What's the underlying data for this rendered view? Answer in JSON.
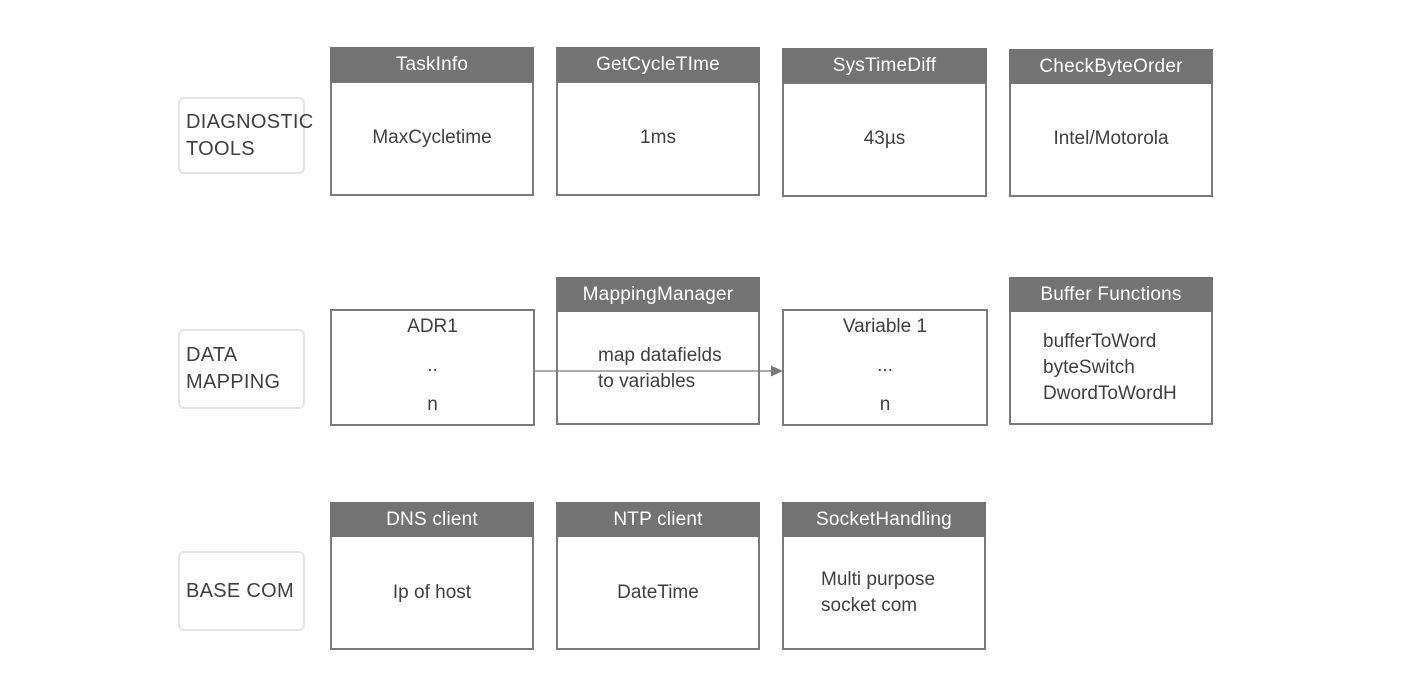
{
  "rows": {
    "diagnostic": {
      "label": "DIAGNOSTIC\nTOOLS",
      "boxes": [
        {
          "header": "TaskInfo",
          "body": "MaxCycletime"
        },
        {
          "header": "GetCycleTIme",
          "body": "1ms"
        },
        {
          "header": "SysTimeDiff",
          "body": "43µs"
        },
        {
          "header": "CheckByteOrder",
          "body": "Intel/Motorola"
        }
      ]
    },
    "mapping": {
      "label": "DATA\nMAPPING",
      "source": {
        "top": "ADR1",
        "middle": "..",
        "bottom": "n"
      },
      "manager": {
        "header": "MappingManager",
        "body": "map datafields\nto variables"
      },
      "target": {
        "top": "Variable 1",
        "middle": "...",
        "bottom": "n"
      },
      "buffer": {
        "header": "Buffer Functions",
        "body": "bufferToWord\nbyteSwitch\nDwordToWordH"
      }
    },
    "basecom": {
      "label": "BASE COM",
      "boxes": [
        {
          "header": "DNS client",
          "body": "Ip of host"
        },
        {
          "header": "NTP client",
          "body": "DateTime"
        },
        {
          "header": "SocketHandling",
          "body": "Multi purpose\nsocket com"
        }
      ]
    }
  },
  "colors": {
    "header_bg": "#737373",
    "border": "#7a7a7a",
    "label_border": "#e4e4e4",
    "text": "#3f3f3f"
  }
}
